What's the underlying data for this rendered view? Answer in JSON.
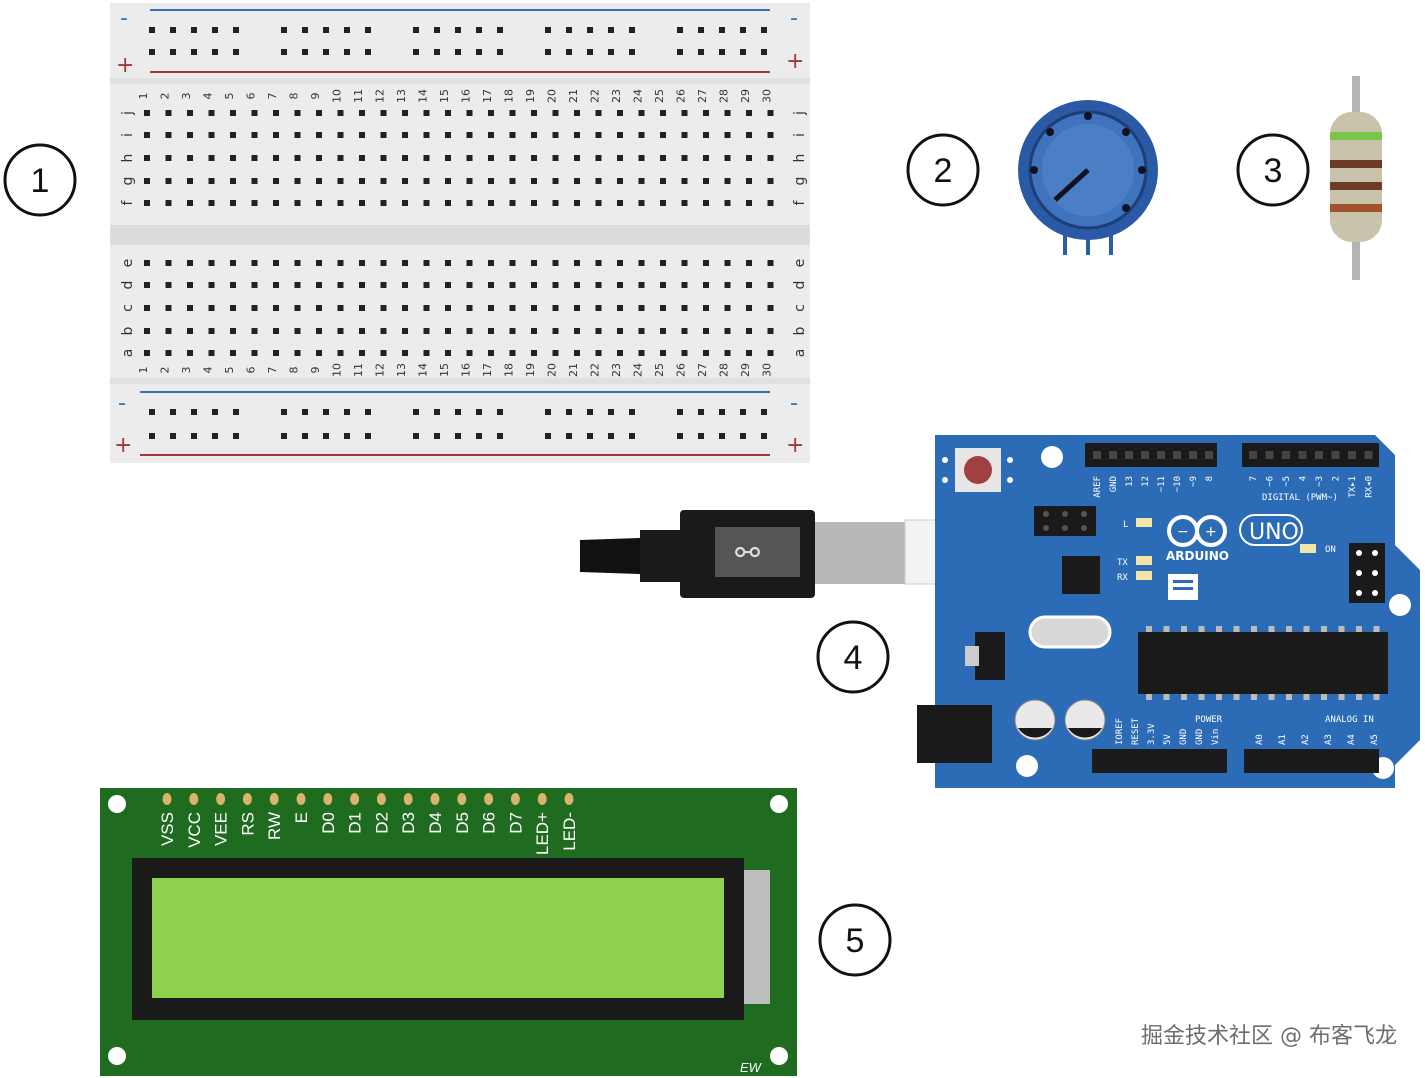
{
  "labels": {
    "breadboard": "1",
    "potentiometer": "2",
    "resistor": "3",
    "arduino": "4",
    "lcd": "5"
  },
  "breadboard": {
    "columns": [
      "1",
      "2",
      "3",
      "4",
      "5",
      "6",
      "7",
      "8",
      "9",
      "10",
      "11",
      "12",
      "13",
      "14",
      "15",
      "16",
      "17",
      "18",
      "19",
      "20",
      "21",
      "22",
      "23",
      "24",
      "25",
      "26",
      "27",
      "28",
      "29",
      "30"
    ],
    "rows_top": [
      "j",
      "i",
      "h",
      "g",
      "f"
    ],
    "rows_bottom": [
      "e",
      "d",
      "c",
      "b",
      "a"
    ],
    "rail_minus": "-",
    "rail_plus": "+",
    "colors": {
      "body": "#ececec",
      "minus_line": "#3b6fb8",
      "plus_line": "#9a3a3a"
    }
  },
  "arduino": {
    "brand": "ARDUINO",
    "model": "UNO",
    "digital_header": "DIGITAL (PWM~)",
    "digital_pins": [
      "AREF",
      "GND",
      "13",
      "12",
      "~11",
      "~10",
      "~9",
      "8",
      "7",
      "~6",
      "~5",
      "4",
      "~3",
      "2",
      "TX▸1",
      "RX◂0"
    ],
    "power_header": "POWER",
    "power_pins": [
      "IOREF",
      "RESET",
      "3.3V",
      "5V",
      "GND",
      "GND",
      "Vin"
    ],
    "analog_header": "ANALOG IN",
    "analog_pins": [
      "A0",
      "A1",
      "A2",
      "A3",
      "A4",
      "A5"
    ],
    "leds": [
      "L",
      "TX",
      "RX",
      "ON"
    ],
    "colors": {
      "board": "#2c6cb6",
      "header": "#1a1a1a"
    }
  },
  "lcd": {
    "pins": [
      "VSS",
      "VCC",
      "VEE",
      "RS",
      "RW",
      "E",
      "D0",
      "D1",
      "D2",
      "D3",
      "D4",
      "D5",
      "D6",
      "D7",
      "LED+",
      "LED-"
    ],
    "maker_mark": "EW",
    "colors": {
      "pcb": "#1f6b1f",
      "screen": "#8fd14f",
      "bezel": "#1a1a1a"
    }
  },
  "watermark": "掘金技术社区 @ 布客飞龙"
}
